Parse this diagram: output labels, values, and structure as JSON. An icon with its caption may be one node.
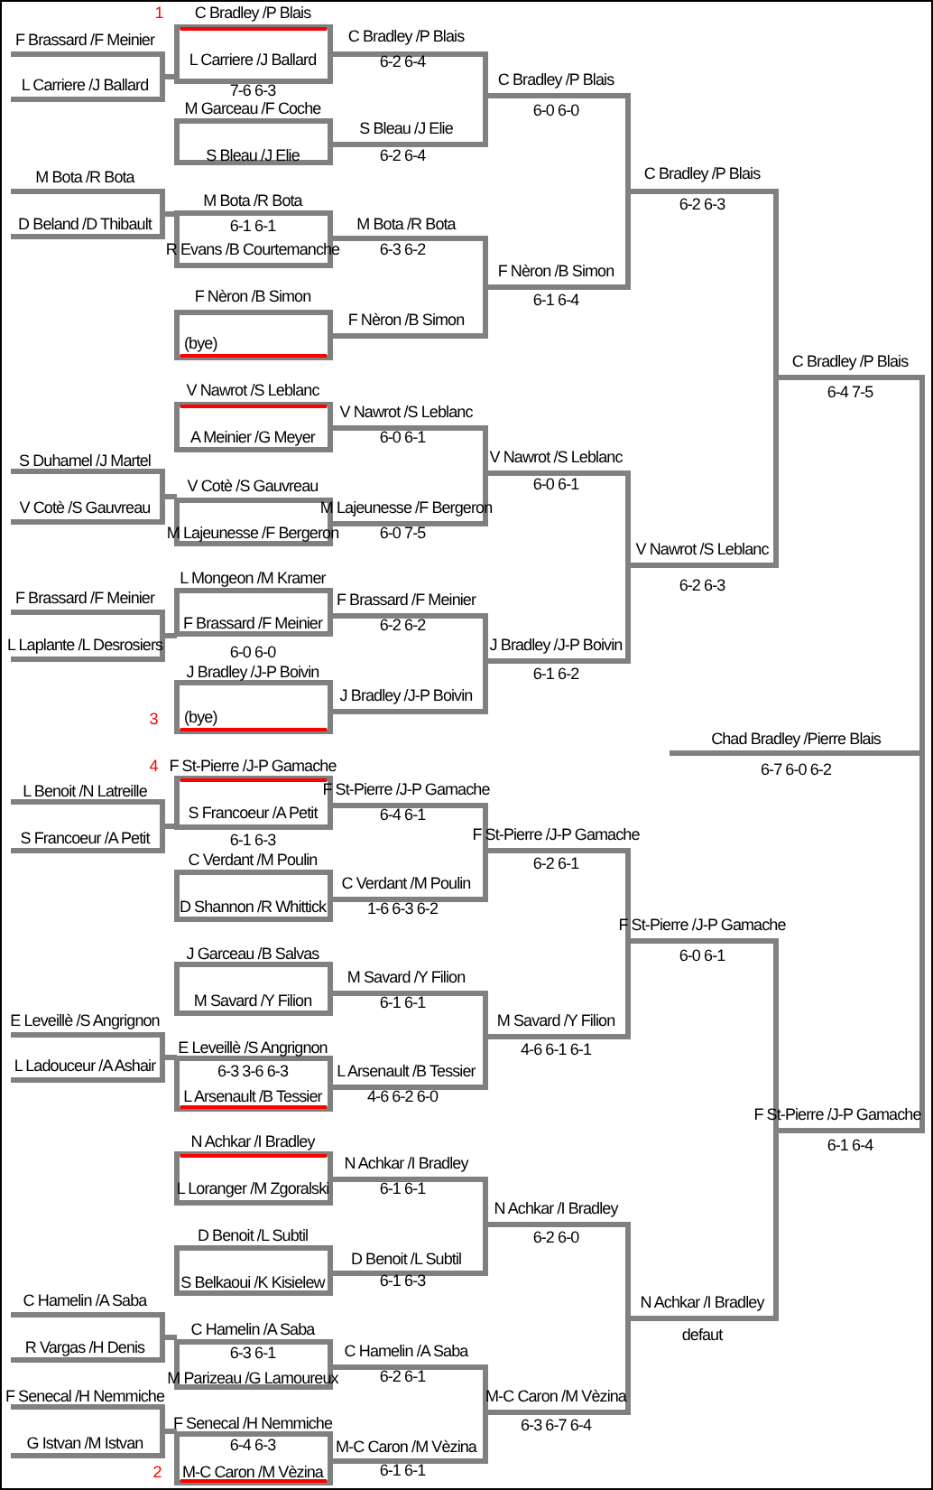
{
  "diagram": {
    "labels": [
      "1",
      "C Bradley /P Blais",
      "C Bradley /P Blais",
      "F Brassard /F Meinier",
      "L Carriere /J Ballard",
      "6-2 6-4",
      "C Bradley /P Blais",
      "7-6 6-3",
      "L Carriere /J Ballard",
      "M Garceau /F Coche",
      "6-0 6-0",
      "S Bleau /J Elie",
      "S Bleau /J Elie",
      "6-2 6-4",
      "C Bradley /P Blais",
      "M Bota /R Bota",
      "M Bota /R Bota",
      "6-2 6-3",
      "M Bota /R Bota",
      "D Beland /D Thibault",
      "6-1 6-1",
      "R Evans /B Courtemanche",
      "6-3 6-2",
      "F Nèron /B Simon",
      "F Nèron /B Simon",
      "6-1 6-4",
      "F Nèron /B Simon",
      "(bye)",
      "C Bradley /P Blais",
      "V Nawrot /S Leblanc",
      "6-4 7-5",
      "V Nawrot /S Leblanc",
      "A Meinier /G Meyer",
      "6-0 6-1",
      "V Nawrot /S Leblanc",
      "S Duhamel /J Martel",
      "6-0 6-1",
      "V Cotè /S Gauvreau",
      "M Lajeunesse /F Bergeron",
      "V Cotè /S Gauvreau",
      "M Lajeunesse /F Bergeron",
      "6-0 7-5",
      "V Nawrot /S Leblanc",
      "L Mongeon /M Kramer",
      "6-2 6-3",
      "F Brassard /F Meinier",
      "F Brassard /F Meinier",
      "F Brassard /F Meinier",
      "6-2 6-2",
      "J Bradley /J-P Boivin",
      "L Laplante /L Desrosiers",
      "6-0 6-0",
      "J Bradley /J-P Boivin",
      "6-1 6-2",
      "J Bradley /J-P Boivin",
      "3",
      "(bye)",
      "Chad Bradley /Pierre Blais",
      "4",
      "F St-Pierre /J-P Gamache",
      "6-7 6-0 6-2",
      "F St-Pierre /J-P Gamache",
      "L Benoit /N Latreille",
      "S Francoeur /A Petit",
      "6-4 6-1",
      "F St-Pierre /J-P Gamache",
      "6-1 6-3",
      "S Francoeur /A Petit",
      "C Verdant /M Poulin",
      "6-2 6-1",
      "C Verdant /M Poulin",
      "D Shannon /R Whittick",
      "1-6 6-3 6-2",
      "F St-Pierre /J-P Gamache",
      "J Garceau /B Salvas",
      "6-0 6-1",
      "M Savard /Y Filion",
      "M Savard /Y Filion",
      "6-1 6-1",
      "M Savard /Y Filion",
      "E Leveillè /S Angrignon",
      "E Leveillè /S Angrignon",
      "4-6 6-1 6-1",
      "L Ladouceur /A Ashair",
      "6-3 3-6 6-3",
      "L Arsenault /B Tessier",
      "L Arsenault /B Tessier",
      "4-6 6-2 6-0",
      "F St-Pierre /J-P Gamache",
      "N Achkar /I Bradley",
      "6-1 6-4",
      "N Achkar /I Bradley",
      "L Loranger /M Zgoralski",
      "6-1 6-1",
      "N Achkar /I Bradley",
      "D Benoit /L Subtil",
      "6-2 6-0",
      "D Benoit /L Subtil",
      "S Belkaoui /K Kisielew",
      "6-1 6-3",
      "C Hamelin /A Saba",
      "N Achkar /I Bradley",
      "C Hamelin /A Saba",
      "defaut",
      "R Vargas /H Denis",
      "C Hamelin /A Saba",
      "6-3 6-1",
      "6-2 6-1",
      "M Parizeau /G Lamoureux",
      "F Senecal /H Nemmiche",
      "M-C Caron /M Vèzina",
      "F Senecal /H Nemmiche",
      "6-3 6-7 6-4",
      "G Istvan /M Istvan",
      "6-4 6-3",
      "M-C Caron /M Vèzina",
      "6-1 6-1",
      "M-C Caron /M Vèzina",
      "2"
    ]
  }
}
